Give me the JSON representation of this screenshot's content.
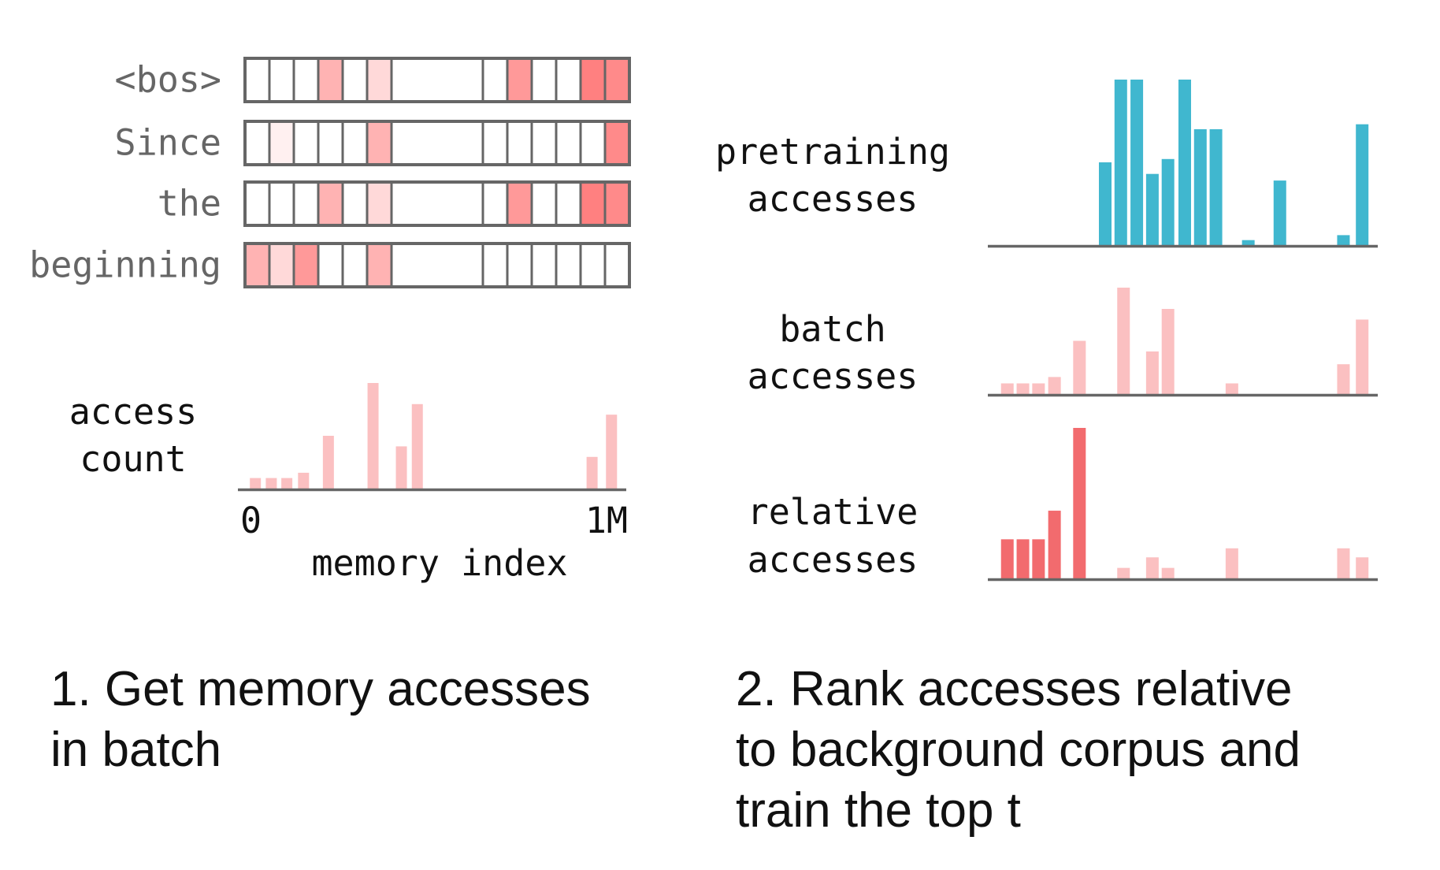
{
  "colors": {
    "grid_border": "#666666",
    "axis": "#666666",
    "pretraining": "#40b7cf",
    "batch": "#fbc0c1",
    "relative_top": "#f26b6e",
    "relative_rest": "#fbc0c1"
  },
  "token_grid": {
    "rows": [
      {
        "token": "<bos>",
        "cells": [
          "#ffffff",
          "#ffffff",
          "#ffffff",
          "#ffb3b3",
          "#ffffff",
          "#ffd9d9",
          "gap",
          "#ffffff",
          "#ff9999",
          "#ffffff",
          "#ffffff",
          "#ff8080",
          "#ff8a8a"
        ]
      },
      {
        "token": "Since",
        "cells": [
          "#ffffff",
          "#fff0f0",
          "#ffffff",
          "#ffffff",
          "#ffffff",
          "#ffb3b3",
          "gap",
          "#ffffff",
          "#ffffff",
          "#ffffff",
          "#ffffff",
          "#ffffff",
          "#ff8a8a"
        ]
      },
      {
        "token": "the",
        "cells": [
          "#ffffff",
          "#ffffff",
          "#ffffff",
          "#ffb3b3",
          "#ffffff",
          "#ffd9d9",
          "gap",
          "#ffffff",
          "#ff9999",
          "#ffffff",
          "#ffffff",
          "#ff8080",
          "#ff8a8a"
        ]
      },
      {
        "token": "beginning",
        "cells": [
          "#ffb3b3",
          "#ffd9d9",
          "#ff9999",
          "#ffffff",
          "#ffffff",
          "#ffb3b3",
          "gap",
          "#ffffff",
          "#ffffff",
          "#ffffff",
          "#ffffff",
          "#ffffff",
          "#ffffff"
        ]
      }
    ]
  },
  "chart_data": [
    {
      "type": "bar",
      "ylabel": [
        "access",
        "count"
      ],
      "xlabel": "memory index",
      "xticks": [
        "0",
        "1M"
      ],
      "xlim": [
        0,
        1000000
      ],
      "x": [
        45000,
        86000,
        126000,
        169000,
        233000,
        348000,
        421000,
        462000,
        912000,
        962000
      ],
      "values": [
        1,
        1,
        1,
        1.5,
        5,
        10,
        4,
        8,
        3,
        7
      ],
      "color": "#fbc0c1"
    },
    {
      "type": "bar",
      "ylabel": [
        "pretraining",
        "accesses"
      ],
      "xlim": [
        0,
        1000000
      ],
      "x": [
        301000,
        341000,
        382000,
        422000,
        462000,
        505000,
        545000,
        585000,
        668000,
        749000,
        912000,
        960000
      ],
      "values": [
        5,
        10,
        10,
        4.3,
        5.2,
        10,
        7,
        7,
        0.3,
        3.9,
        0.6,
        7.3
      ],
      "color": "#40b7cf"
    },
    {
      "type": "bar",
      "ylabel": [
        "batch",
        "accesses"
      ],
      "xlim": [
        0,
        1000000
      ],
      "x": [
        50000,
        90000,
        130000,
        171000,
        235000,
        348000,
        422000,
        462000,
        626000,
        912000,
        960000
      ],
      "values": [
        1,
        1,
        1,
        1.6,
        5,
        10,
        4,
        8,
        1,
        2.8,
        7
      ],
      "color": "#fbc0c1"
    },
    {
      "type": "bar",
      "ylabel": [
        "relative",
        "accesses"
      ],
      "xlim": [
        0,
        1000000
      ],
      "x": [
        50000,
        90000,
        130000,
        171000,
        235000,
        348000,
        422000,
        462000,
        626000,
        912000,
        960000
      ],
      "values": [
        2.6,
        2.6,
        2.6,
        4.5,
        10,
        0.7,
        1.4,
        0.7,
        2,
        2,
        1.4
      ],
      "top_t": 5,
      "color": "#fbc0c1",
      "highlight_color": "#f26b6e"
    }
  ],
  "captions": {
    "step1": [
      "1. Get memory accesses",
      "in batch"
    ],
    "step2": [
      "2. Rank accesses relative",
      "to background corpus and",
      "train the top t"
    ]
  }
}
